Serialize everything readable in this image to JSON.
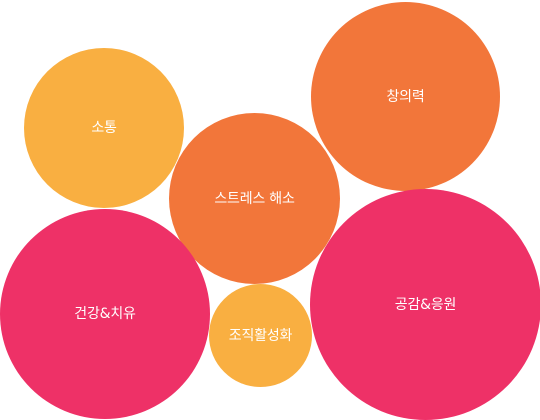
{
  "colors": {
    "yellow": "#F9AF41",
    "orange": "#F2763A",
    "pink": "#EE3167",
    "label": "#FFFFFF"
  },
  "bubbles": [
    {
      "id": "sotong",
      "label": "소통",
      "color": "#F9AF41"
    },
    {
      "id": "changui",
      "label": "창의력",
      "color": "#F2763A"
    },
    {
      "id": "stress",
      "label": "스트레스 해소",
      "color": "#F2763A"
    },
    {
      "id": "geongang",
      "label": "건강&치유",
      "color": "#EE3167"
    },
    {
      "id": "jojik",
      "label": "조직활성화",
      "color": "#F9AF41"
    },
    {
      "id": "gonggam",
      "label": "공감&응원",
      "color": "#EE3167"
    }
  ]
}
